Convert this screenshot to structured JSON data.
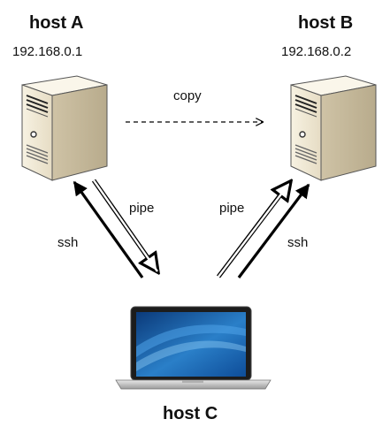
{
  "hosts": {
    "a": {
      "title": "host A",
      "ip": "192.168.0.1"
    },
    "b": {
      "title": "host B",
      "ip": "192.168.0.2"
    },
    "c": {
      "title": "host C"
    }
  },
  "edges": {
    "copy": "copy",
    "pipe_left": "pipe",
    "pipe_right": "pipe",
    "ssh_left": "ssh",
    "ssh_right": "ssh"
  }
}
